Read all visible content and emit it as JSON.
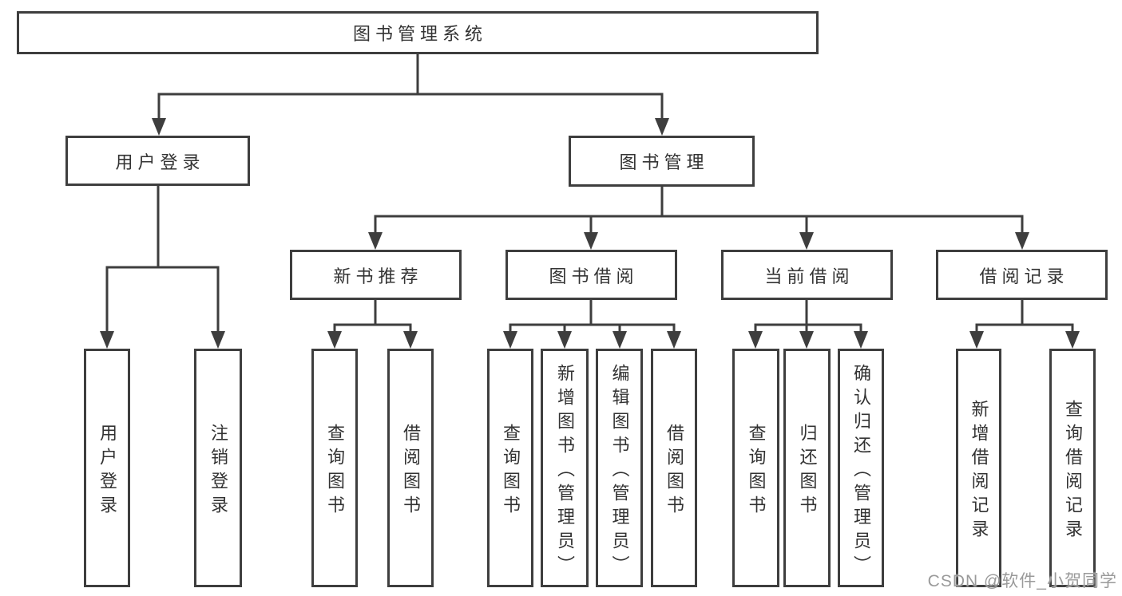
{
  "diagram": {
    "type": "hierarchy-tree",
    "tree": {
      "label": "图书管理系统",
      "children": [
        {
          "label": "用户登录",
          "children": [
            {
              "label": "用户登录"
            },
            {
              "label": "注销登录"
            }
          ]
        },
        {
          "label": "图书管理",
          "children": [
            {
              "label": "新书推荐",
              "children": [
                {
                  "label": "查询图书"
                },
                {
                  "label": "借阅图书"
                }
              ]
            },
            {
              "label": "图书借阅",
              "children": [
                {
                  "label": "查询图书"
                },
                {
                  "label": "新增图书（管理员）"
                },
                {
                  "label": "编辑图书（管理员）"
                },
                {
                  "label": "借阅图书"
                }
              ]
            },
            {
              "label": "当前借阅",
              "children": [
                {
                  "label": "查询图书"
                },
                {
                  "label": "归还图书"
                },
                {
                  "label": "确认归还（管理员）"
                }
              ]
            },
            {
              "label": "借阅记录",
              "children": [
                {
                  "label": "新增借阅记录"
                },
                {
                  "label": "查询借阅记录"
                }
              ]
            }
          ]
        }
      ]
    },
    "colors": {
      "line": "#3e3e3e",
      "text": "#333333",
      "box_background": "#ffffff",
      "watermark": "#9a9a9a"
    }
  },
  "watermark": {
    "text": "CSDN @软件_小贺同学"
  }
}
